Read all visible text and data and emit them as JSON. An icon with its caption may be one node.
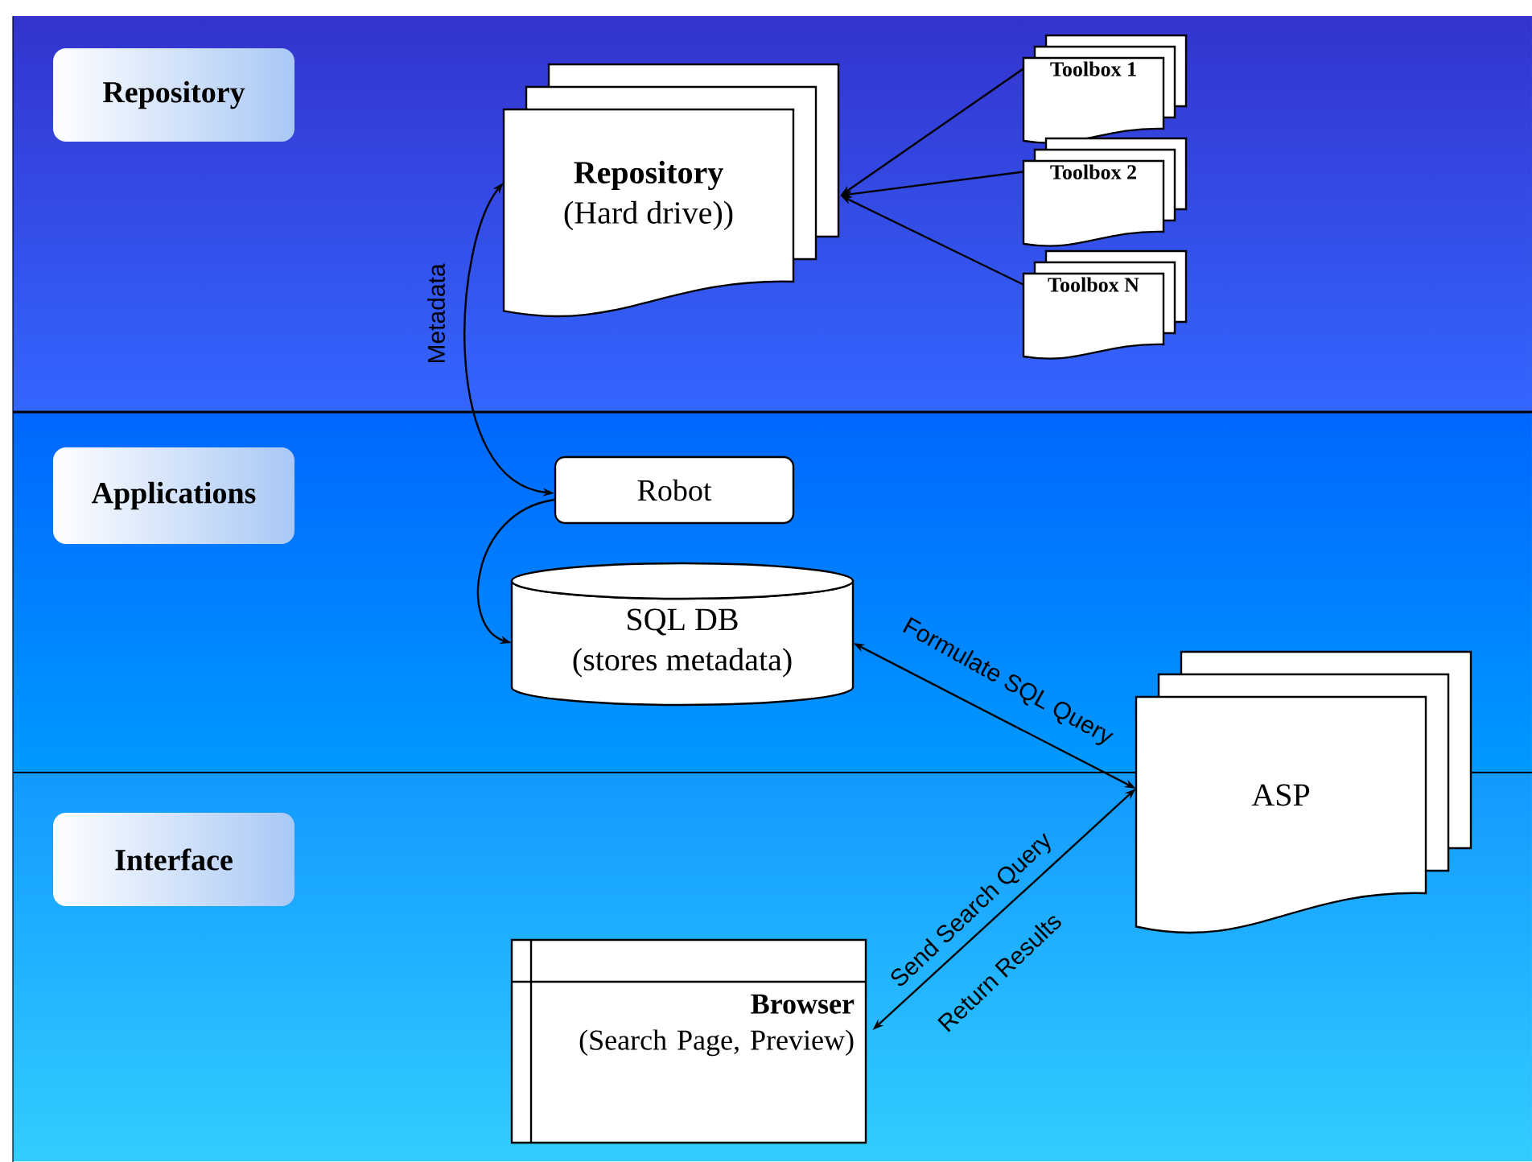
{
  "diagram": {
    "nodes": [
      {
        "text": [
          "Repository"
        ]
      },
      {
        "text": [
          "Applications"
        ]
      },
      {
        "text": [
          "Interface"
        ]
      },
      {
        "text": [
          "Repository",
          "(Hard drive))"
        ]
      },
      {
        "text": [
          "Toolbox 1"
        ]
      },
      {
        "text": [
          "Toolbox 2"
        ]
      },
      {
        "text": [
          "Toolbox N"
        ]
      },
      {
        "text": [
          "Robot"
        ]
      },
      {
        "text": [
          "SQL DB",
          "(stores metadata)"
        ]
      },
      {
        "text": [
          "ASP"
        ]
      },
      {
        "text": [
          "Browser",
          "(Search Page, Preview)"
        ]
      }
    ],
    "edges": [
      {
        "from": 4,
        "to": 3,
        "arrow": "to"
      },
      {
        "from": 5,
        "to": 3,
        "arrow": "to"
      },
      {
        "from": 6,
        "to": 3,
        "arrow": "to"
      },
      {
        "from": 3,
        "to": 7,
        "arrow": "both",
        "label": "Metadata"
      },
      {
        "from": 7,
        "to": 8,
        "arrow": "to"
      },
      {
        "from": 8,
        "to": 9,
        "arrow": "both",
        "label": "Formulate SQL Query"
      },
      {
        "from": 10,
        "to": 9,
        "arrow": "both",
        "label": "Send Search Query"
      }
    ],
    "labels": [
      "Return Results"
    ]
  }
}
